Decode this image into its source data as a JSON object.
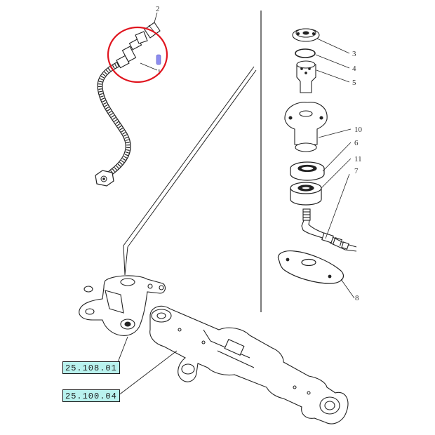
{
  "diagram": {
    "callouts": [
      {
        "id": "callout-1",
        "text": "1"
      },
      {
        "id": "callout-2",
        "text": "2"
      },
      {
        "id": "callout-3",
        "text": "3"
      },
      {
        "id": "callout-4",
        "text": "4"
      },
      {
        "id": "callout-5",
        "text": "5"
      },
      {
        "id": "callout-6",
        "text": "6"
      },
      {
        "id": "callout-7",
        "text": "7"
      },
      {
        "id": "callout-8",
        "text": "8"
      },
      {
        "id": "callout-10",
        "text": "10"
      },
      {
        "id": "callout-11",
        "text": "11"
      }
    ],
    "reference_links": [
      {
        "id": "ref-link-1",
        "text": "25.108.01"
      },
      {
        "id": "ref-link-2",
        "text": "25.100.04"
      }
    ],
    "colors": {
      "line": "#222222",
      "highlight_circle": "#e0141e",
      "reference_fill": "#b9f2ee",
      "part_marker": "#8c8cf0"
    }
  }
}
